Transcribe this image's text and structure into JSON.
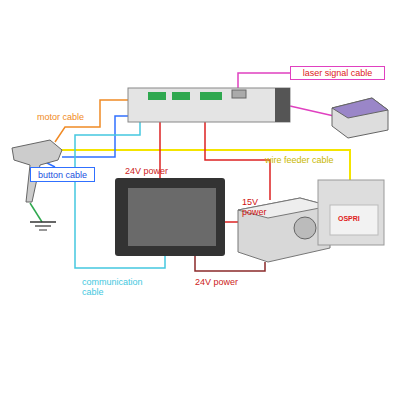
{
  "diagram": {
    "nodes": [
      {
        "text": [
          "laser signal cable"
        ]
      },
      {
        "text": [
          "button cable"
        ]
      }
    ],
    "labels": [
      "motor cable",
      "wire feeder cable",
      "24V power",
      "15V power",
      "communication cable",
      "24V power",
      "OSPRI"
    ]
  }
}
